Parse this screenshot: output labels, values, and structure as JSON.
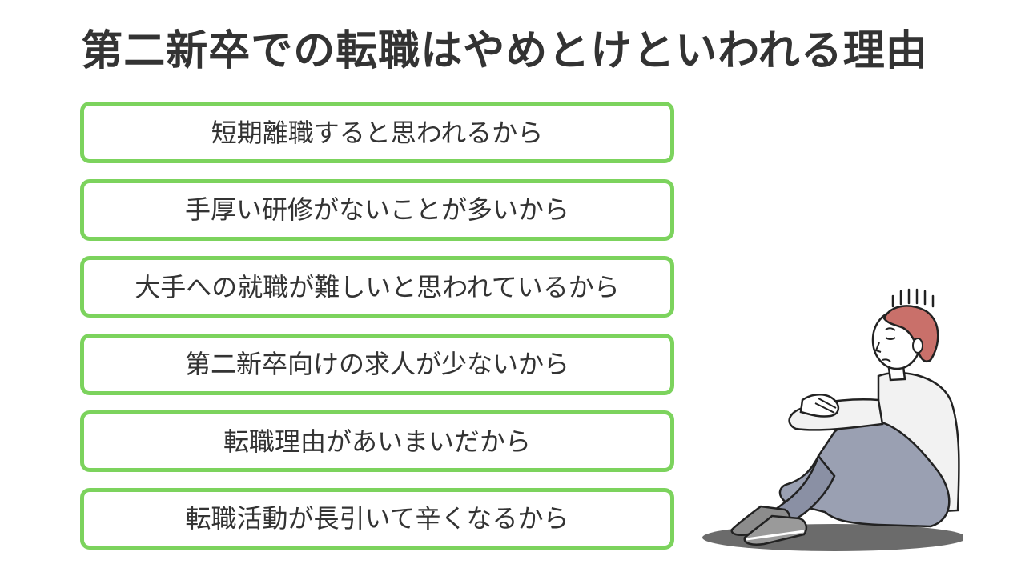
{
  "title": "第二新卒での転職はやめとけといわれる理由",
  "reasons": [
    "短期離職すると思われるから",
    "手厚い研修がないことが多いから",
    "大手への就職が難しいと思われているから",
    "第二新卒向けの求人が少ないから",
    "転職理由があいまいだから",
    "転職活動が長引いて辛くなるから"
  ],
  "colors": {
    "accent_border": "#7cd35d",
    "text": "#333333",
    "hair": "#c9706a",
    "skin": "#ffffff",
    "shirt": "#f2f2f2",
    "pants": "#9aa0b2",
    "shoes": "#8c8c8c",
    "shadow": "#6b6b6b"
  },
  "illustration": {
    "icon": "worried-sitting-person-icon"
  }
}
